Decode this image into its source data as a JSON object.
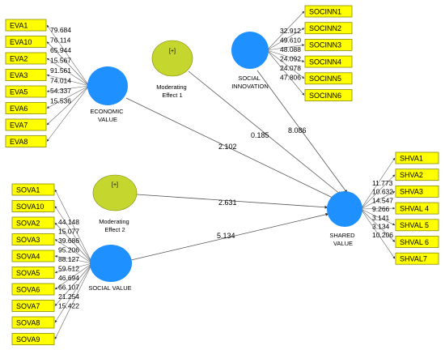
{
  "colors": {
    "indicator_fill": "#ffff00",
    "construct_fill": "#1e90ff",
    "moderator_fill": "#c5d62e",
    "background": "#ffffff"
  },
  "constructs": {
    "economic": "ECONOMIC\nVALUE",
    "social_innovation": "SOCIAL\nINNOVATION",
    "moderating1": "Moderating\nEffect 1",
    "moderating2": "Moderating\nEffect 2",
    "social_value": "SOCIAL VALUE",
    "shared": "SHARED\nVALUE",
    "moderator_symbol": "[+]"
  },
  "eva": {
    "indicators": [
      "EVA1",
      "EVA10",
      "EVA2",
      "EVA3",
      "EVA5",
      "EVA6",
      "EVA7",
      "EVA8"
    ],
    "weights": [
      "79.684",
      "76.114",
      "65.944",
      "15.567",
      "91.561",
      "74.014",
      "54.337",
      "15.536"
    ]
  },
  "socinn": {
    "indicators": [
      "SOCINN1",
      "SOCINN2",
      "SOCINN3",
      "SOCINN4",
      "SOCINN5",
      "SOCINN6"
    ],
    "weights": [
      "32.912",
      "49.610",
      "48.088",
      "24.092",
      "24.078",
      "47.806"
    ]
  },
  "sova": {
    "indicators": [
      "SOVA1",
      "SOVA10",
      "SOVA2",
      "SOVA3",
      "SOVA4",
      "SOVA5",
      "SOVA6",
      "SOVA7",
      "SOVA8",
      "SOVA9"
    ],
    "weights": [
      "44.148",
      "15.077",
      "39.686",
      "95.206",
      "88.127",
      "59.512",
      "46.694",
      "66.107",
      "21.254",
      "15.422"
    ]
  },
  "shva": {
    "indicators": [
      "SHVA1",
      "SHVA2",
      "SHVA3",
      "SHVAL 4",
      "SHVAL 5",
      "SHVAL 6",
      "SHVAL7"
    ],
    "weights": [
      "11.773",
      "10.632",
      "14.547",
      "9.266",
      "3.141",
      "3.134",
      "10.206"
    ]
  },
  "paths": {
    "economic_to_shared": "2.102",
    "mod1_to_shared": "0.185",
    "socinn_to_shared": "8.086",
    "mod2_to_shared": "2.631",
    "social_to_shared": "5.134"
  }
}
